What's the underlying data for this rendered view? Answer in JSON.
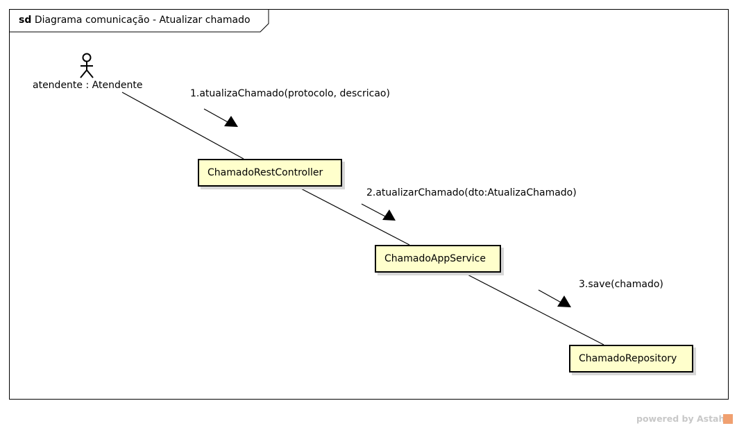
{
  "frame": {
    "keyword": "sd",
    "title": "Diagrama comunicação - Atualizar chamado"
  },
  "actor": {
    "label": "atendente : Atendente"
  },
  "lifelines": {
    "controller": "ChamadoRestController",
    "app_service": "ChamadoAppService",
    "repository": "ChamadoRepository"
  },
  "messages": {
    "m1": "1.atualizaChamado(protocolo, descricao)",
    "m2": "2.atualizarChamado(dto:AtualizaChamado)",
    "m3": "3.save(chamado)"
  },
  "watermark": {
    "text": "powered by Astah"
  },
  "colors": {
    "lifeline_fill": "#ffffcc",
    "line": "#000000",
    "watermark_text": "#c8c8c8",
    "watermark_logo": "#f0a070"
  }
}
